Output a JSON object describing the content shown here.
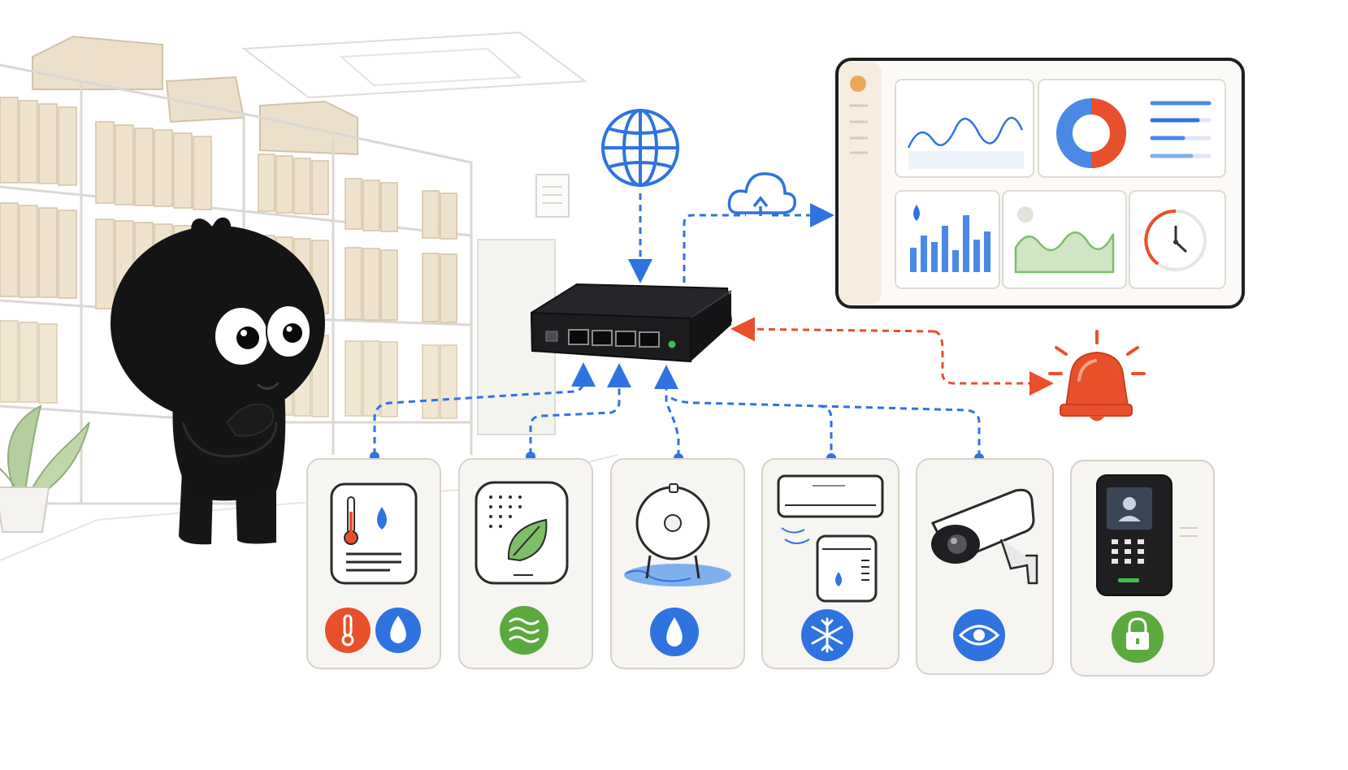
{
  "scene": {
    "description_text": "",
    "colors": {
      "link_blue": "#2f73e0",
      "alert_red": "#e84f2a",
      "outline": "#1f1f1f",
      "card_bg": "#f7f5f1",
      "card_border": "#d7d2c9",
      "dashboard_bg": "#fbfaf7",
      "shelf_box": "#eadbc2",
      "router_body": "#1f1f22",
      "led_green": "#3fbf4a",
      "chart_green": "#7cbf66"
    },
    "icons": {
      "internet": "globe-icon",
      "cloud": "cloud-upload-icon",
      "alert": "alarm-bell-icon",
      "dashboard": "monitoring-dashboard",
      "gateway": "network-switch"
    },
    "devices": [
      {
        "id": "temp-humidity",
        "device_icon": "thermo-hygrometer-sensor",
        "badges": [
          "thermometer-icon",
          "water-drop-icon"
        ],
        "badge_colors": [
          "#e8502c",
          "#2f73e0"
        ]
      },
      {
        "id": "air-quality",
        "device_icon": "air-quality-sensor",
        "badges": [
          "wind-waves-icon"
        ],
        "badge_colors": [
          "#5aaa3e"
        ]
      },
      {
        "id": "leak",
        "device_icon": "water-leak-sensor",
        "badges": [
          "water-drop-icon"
        ],
        "badge_colors": [
          "#2f73e0"
        ]
      },
      {
        "id": "climate",
        "device_icon": "air-conditioner-dehumidifier",
        "badges": [
          "snowflake-icon"
        ],
        "badge_colors": [
          "#2f73e0"
        ]
      },
      {
        "id": "camera",
        "device_icon": "security-camera",
        "badges": [
          "eye-icon"
        ],
        "badge_colors": [
          "#2f73e0"
        ]
      },
      {
        "id": "access",
        "device_icon": "access-control-keypad",
        "badges": [
          "padlock-icon"
        ],
        "badge_colors": [
          "#5aaa3e"
        ]
      }
    ]
  }
}
